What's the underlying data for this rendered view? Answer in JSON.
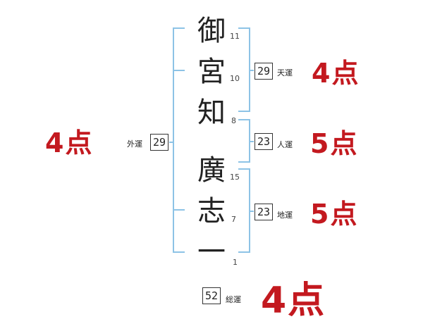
{
  "name_chars": [
    "御",
    "宮",
    "知",
    "廣",
    "志",
    "一"
  ],
  "strokes": [
    "11",
    "10",
    "8",
    "15",
    "7",
    "1"
  ],
  "tenkaku": {
    "value": "29",
    "label": "天運",
    "score": "4点"
  },
  "jinkaku": {
    "value": "23",
    "label": "人運",
    "score": "5点"
  },
  "chikaku": {
    "value": "23",
    "label": "地運",
    "score": "5点"
  },
  "gaikaku": {
    "value": "29",
    "label": "外運",
    "score": "4点"
  },
  "soukaku": {
    "value": "52",
    "label": "総運",
    "score": "4点"
  },
  "colors": {
    "bracket": "#8dc3e6",
    "score": "#c3191f",
    "text": "#222222"
  }
}
